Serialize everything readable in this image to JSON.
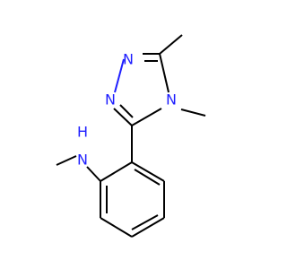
{
  "atoms": {
    "n1": "N",
    "n2": "N",
    "n4": "N",
    "nh_n": "N",
    "nh_h": "H"
  },
  "colors": {
    "bond": "#000000",
    "heteroatom": "#1f1fff",
    "background": "#ffffff"
  }
}
